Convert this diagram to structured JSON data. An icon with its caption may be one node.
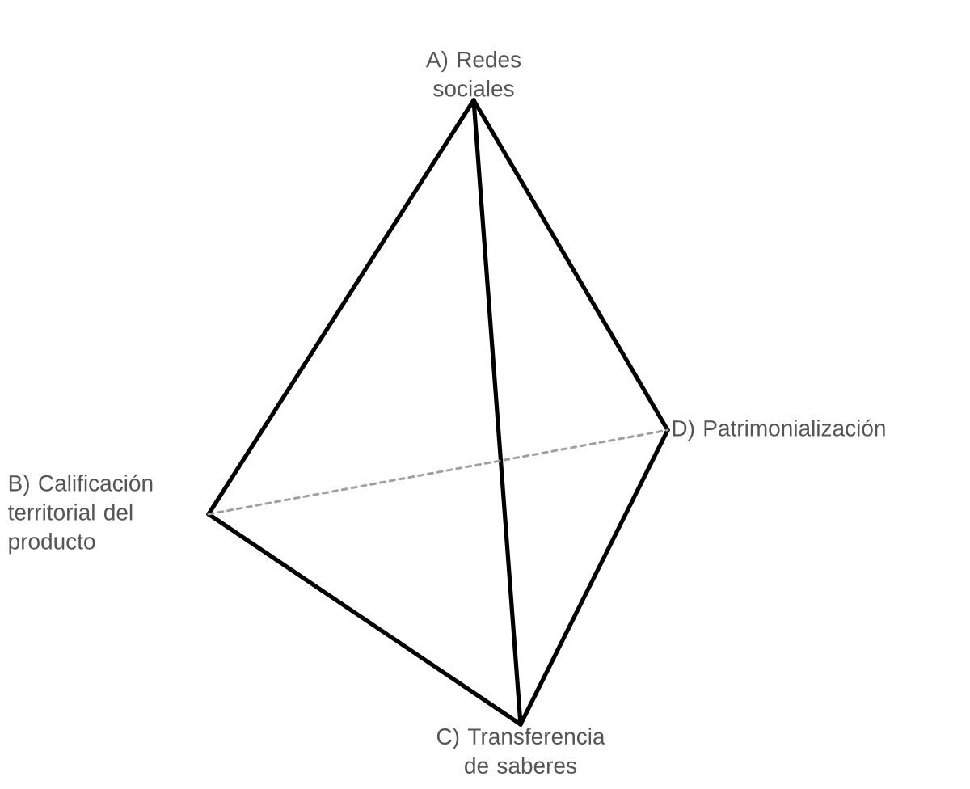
{
  "diagram": {
    "nodes": [
      {
        "text": [
          "A) Redes sociales"
        ]
      },
      {
        "text": [
          "B) Calificación territorial del producto"
        ]
      },
      {
        "text": [
          "C) Transferencia de saberes"
        ]
      },
      {
        "text": [
          "D) Patrimonialización"
        ]
      }
    ],
    "edges": [
      {
        "from": 0,
        "to": 1,
        "arrow": "none"
      },
      {
        "from": 0,
        "to": 2,
        "arrow": "none"
      },
      {
        "from": 0,
        "to": 3,
        "arrow": "none"
      },
      {
        "from": 1,
        "to": 2,
        "arrow": "none"
      },
      {
        "from": 2,
        "to": 3,
        "arrow": "none"
      },
      {
        "from": 1,
        "to": 3,
        "arrow": "none",
        "style": "dashed",
        "color": "#a0a0a0"
      }
    ]
  }
}
